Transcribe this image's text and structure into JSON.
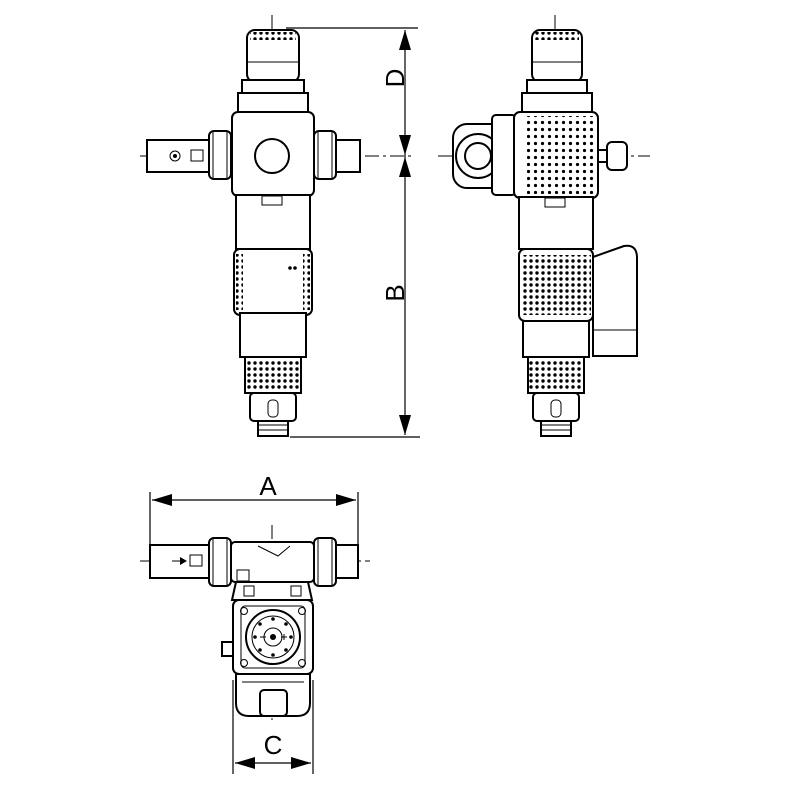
{
  "dimensions": {
    "a": "A",
    "b": "B",
    "c": "C",
    "d": "D"
  },
  "colors": {
    "line": "#000000",
    "background": "#ffffff"
  }
}
